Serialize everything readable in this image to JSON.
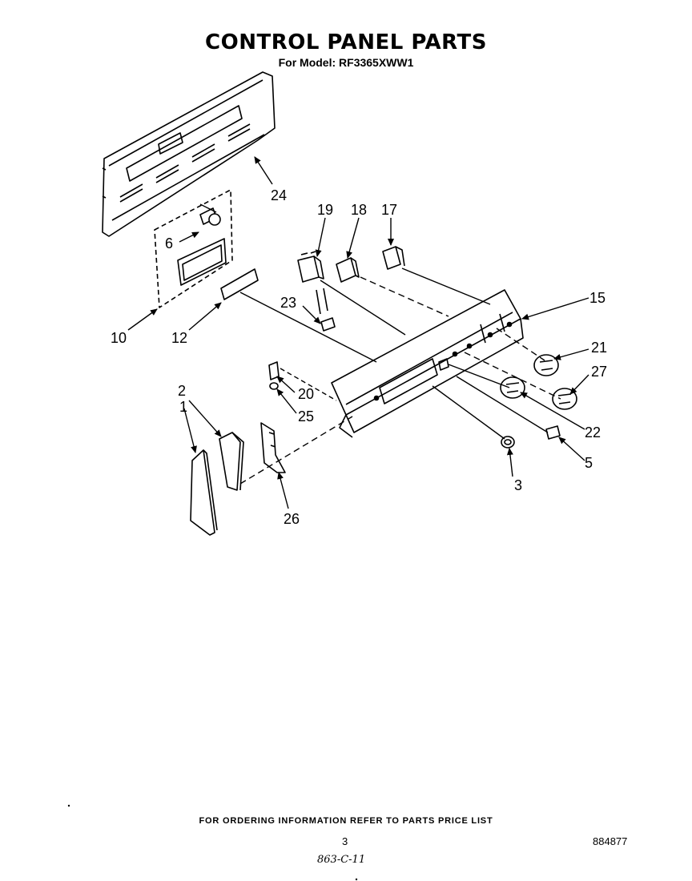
{
  "header": {
    "title": "CONTROL PANEL PARTS",
    "subtitle": "For Model: RF3365XWW1"
  },
  "callouts": {
    "c24": "24",
    "c19": "19",
    "c18": "18",
    "c17": "17",
    "c6": "6",
    "c15": "15",
    "c23": "23",
    "c10": "10",
    "c12": "12",
    "c21": "21",
    "c27": "27",
    "c2": "2",
    "c1": "1",
    "c20": "20",
    "c25": "25",
    "c22": "22",
    "c5": "5",
    "c3": "3",
    "c26": "26"
  },
  "footer": {
    "ordering_info": "FOR ORDERING INFORMATION REFER TO PARTS PRICE LIST",
    "page_number": "3",
    "document_number": "884877",
    "handwritten_note": "863-C-11"
  }
}
